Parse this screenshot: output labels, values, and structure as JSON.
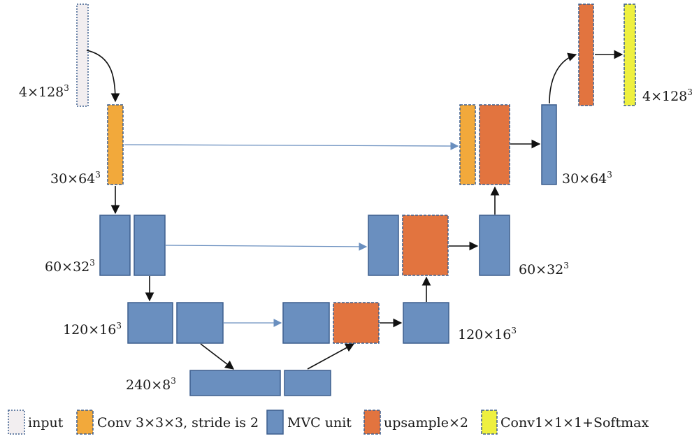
{
  "labels": {
    "input_shape": "4×128",
    "level1_left": "30×64",
    "level2_left": "60×32",
    "level3_left": "120×16",
    "bottleneck": "240×8",
    "level3_right": "120×16",
    "level2_right": "60×32",
    "level1_right": "30×64",
    "output_shape": "4×128",
    "exponent": "3"
  },
  "legend": {
    "input": "input",
    "conv": "Conv 3×3×3, stride is 2",
    "mvc": "MVC unit",
    "upsample": "upsample×2",
    "softmax": "Conv1×1×1+Softmax"
  },
  "colors": {
    "mvc": "#6a8fbf",
    "conv": "#f2a93b",
    "upsample": "#e2743f",
    "softmax": "#eef040",
    "input": "#f2eef0",
    "skip_arrow": "#6a8fbf"
  }
}
